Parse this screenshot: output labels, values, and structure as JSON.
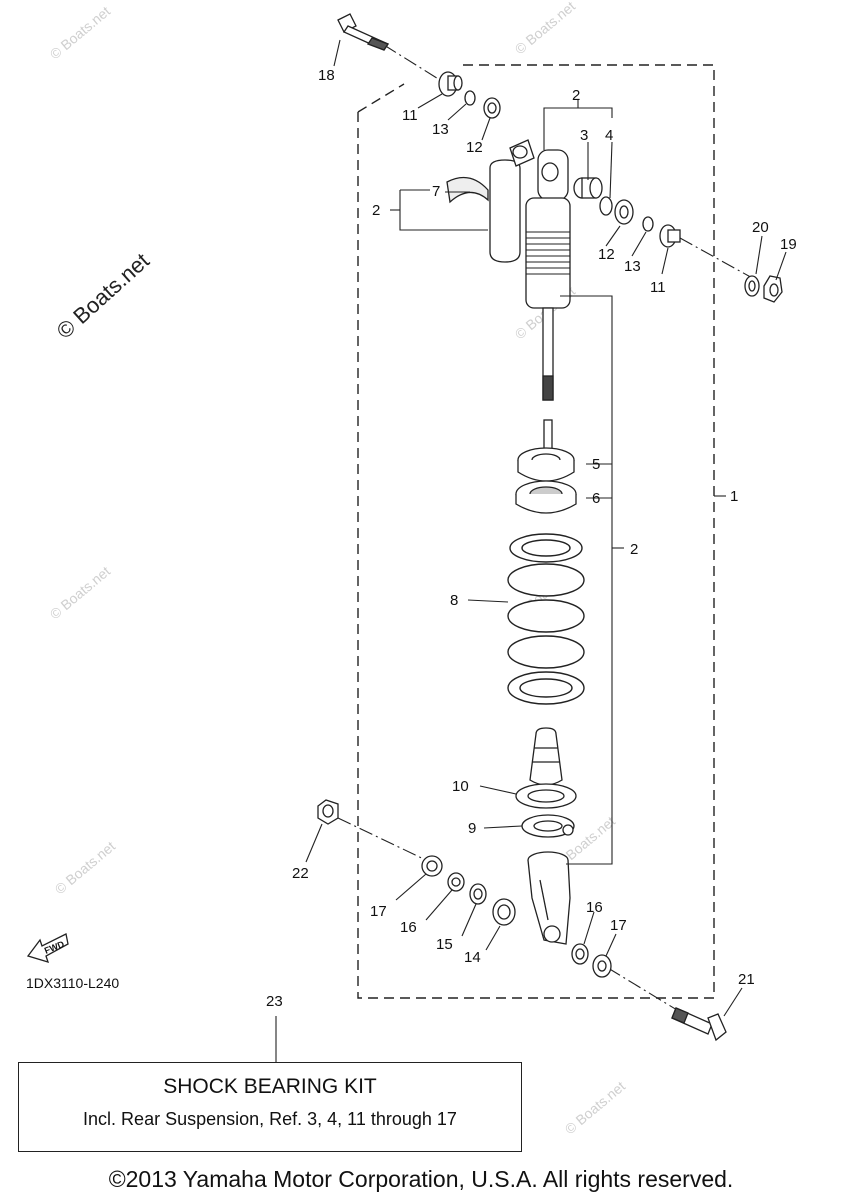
{
  "diagram": {
    "code": "1DX3110-L240",
    "fwd_label": "FWD",
    "watermark": "© Boats.net",
    "callouts": {
      "c1": "1",
      "c2a": "2",
      "c2b": "2",
      "c2c": "2",
      "c3": "3",
      "c4": "4",
      "c5": "5",
      "c6": "6",
      "c7": "7",
      "c8": "8",
      "c9": "9",
      "c10": "10",
      "c11a": "11",
      "c11b": "11",
      "c12a": "12",
      "c12b": "12",
      "c13a": "13",
      "c13b": "13",
      "c14": "14",
      "c15": "15",
      "c16a": "16",
      "c16b": "16",
      "c17a": "17",
      "c17b": "17",
      "c18": "18",
      "c19": "19",
      "c20": "20",
      "c21": "21",
      "c22": "22",
      "c23": "23"
    }
  },
  "kit": {
    "title": "SHOCK BEARING KIT",
    "description": "Incl. Rear Suspension, Ref. 3, 4, 11 through 17"
  },
  "footer": {
    "copyright": "©2013 Yamaha Motor Corporation, U.S.A. All rights reserved."
  }
}
